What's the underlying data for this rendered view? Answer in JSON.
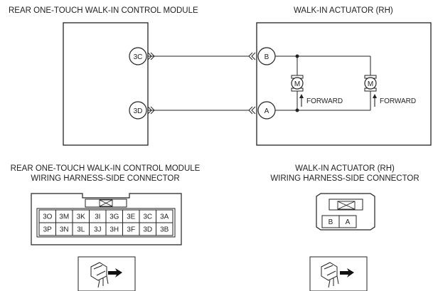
{
  "titles": {
    "module": "REAR ONE-TOUCH WALK-IN CONTROL MODULE",
    "actuator": "WALK-IN ACTUATOR (RH)",
    "module_connector_line1": "REAR ONE-TOUCH WALK-IN CONTROL MODULE",
    "module_connector_line2": "WIRING HARNESS-SIDE CONNECTOR",
    "actuator_connector_line1": "WALK-IN ACTUATOR (RH)",
    "actuator_connector_line2": "WIRING HARNESS-SIDE CONNECTOR"
  },
  "module_terminals": {
    "top": "3C",
    "bottom": "3D"
  },
  "actuator_terminals": {
    "top": "B",
    "bottom": "A"
  },
  "motor_symbol": "M",
  "forward_label": "FORWARD",
  "module_connector_pins": {
    "row1": [
      "3O",
      "3M",
      "3K",
      "3I",
      "3G",
      "3E",
      "3C",
      "3A"
    ],
    "row2": [
      "3P",
      "3N",
      "3L",
      "3J",
      "3H",
      "3F",
      "3D",
      "3B"
    ]
  },
  "actuator_connector_pins": [
    "B",
    "A"
  ]
}
